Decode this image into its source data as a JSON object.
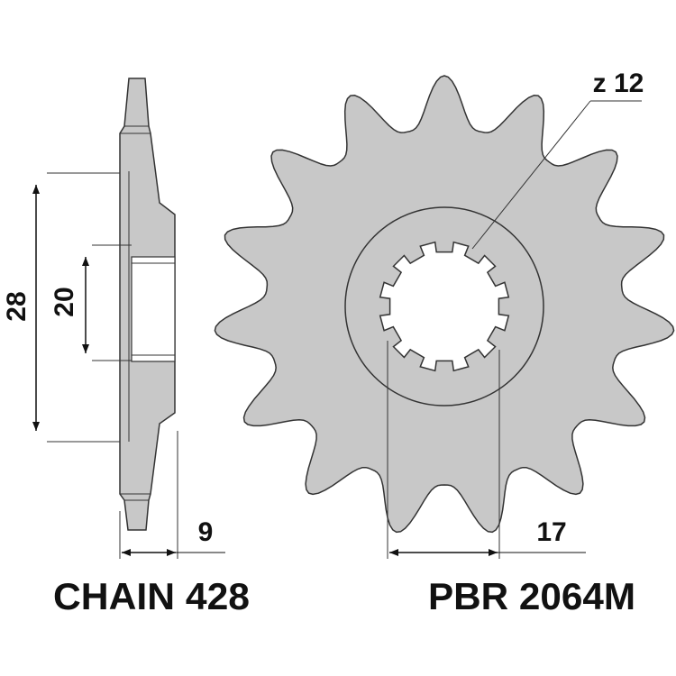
{
  "drawing": {
    "side_view": {
      "dim_outer": "28",
      "dim_inner": "20",
      "dim_width": "9"
    },
    "front_view": {
      "tooth_count_label": "z 12",
      "dim_spline": "17",
      "outer_teeth": 15,
      "spline_teeth": 12
    },
    "labels": {
      "chain": "CHAIN 428",
      "part_number": "PBR 2064M"
    },
    "colors": {
      "fill": "#c8c8c8",
      "stroke": "#333333",
      "background": "#ffffff"
    }
  }
}
